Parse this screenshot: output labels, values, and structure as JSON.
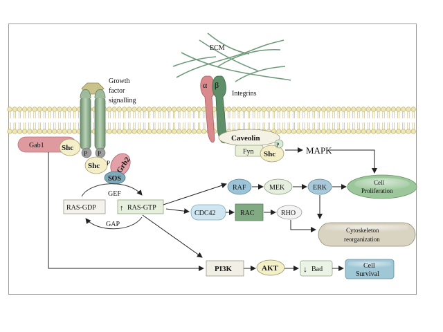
{
  "labels": {
    "growth_factor": [
      "Growth",
      "factor",
      "signalling"
    ],
    "ecm": "ECM",
    "alpha": "α",
    "beta": "β",
    "integrins": "Integrins",
    "caveolin": "Caveolin",
    "fyn": "Fyn",
    "p": "P",
    "shc": "Shc",
    "mapk": "MAPK",
    "gab1": "Gab1",
    "grb2": "Grb2",
    "sos": "SOS",
    "gef": "GEF",
    "gap": "GAP",
    "ras_gdp": "RAS-GDP",
    "ras_gtp": "RAS-GTP",
    "raf": "RAF",
    "mek": "MEK",
    "erk": "ERK",
    "cell_proliferation": [
      "Cell",
      "Proliferation"
    ],
    "cdc42": "CDC42",
    "rac": "RAC",
    "rho": "RHO",
    "cytoskeleton": [
      "Cytoskeleton",
      "reorganization"
    ],
    "pi3k": "PI3K",
    "akt": "AKT",
    "bad": "Bad",
    "cell_survival": [
      "Cell",
      "Survival"
    ]
  },
  "colors": {
    "membrane_head": "#eee6b4",
    "membrane_outline": "#b5a860",
    "receptor": "#8fae8c",
    "integrin_alpha": "#d88a8c",
    "integrin_beta": "#5f8f68",
    "ecm_fiber": "#6f9a7a",
    "gab1": "#df9aa0",
    "shc": "#f4efc9",
    "grb2": "#e3a0a7",
    "sos": "#7fa8b8",
    "raf": "#9dc3d6",
    "mek": "#e6efdf",
    "erk": "#a9c9d9",
    "proliferation": "#9bc79a",
    "cdc42": "#cfe6f0",
    "rac": "#7faa82",
    "rho": "#f3f3f3",
    "cytoskeleton": "#d9d3c2",
    "pi3k": "#f1f0e6",
    "akt": "#f3f0c8",
    "bad": "#eaf3e6",
    "survival": "#9fc7d6",
    "caveolin": "#f4f2e4"
  }
}
